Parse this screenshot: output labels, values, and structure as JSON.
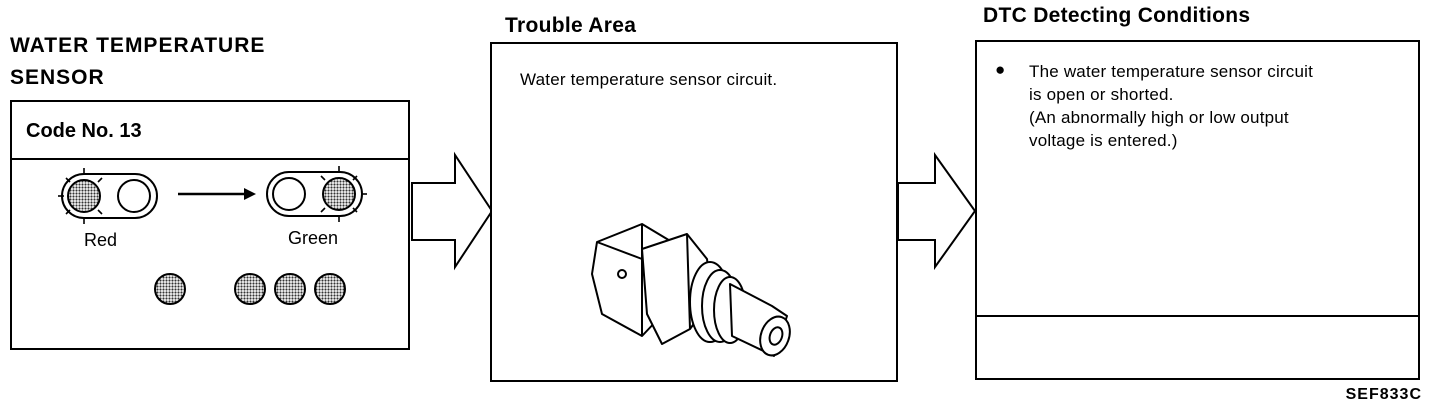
{
  "sensor_title_line1": "WATER TEMPERATURE",
  "sensor_title_line2": "SENSOR",
  "code_label": "Code No. 13",
  "lamp_left_label": "Red",
  "lamp_right_label": "Green",
  "trouble_area_heading": "Trouble Area",
  "trouble_area_text": "Water temperature sensor circuit.",
  "dtc_heading": "DTC Detecting Conditions",
  "dtc_bullet": "●",
  "dtc_line1": "The water temperature sensor circuit",
  "dtc_line2": "is open or shorted.",
  "dtc_line3": "(An abnormally high or low output",
  "dtc_line4": "voltage is entered.)",
  "reference_code": "SEF833C",
  "blink_pattern": {
    "red_flashes": 1,
    "green_flashes": 3
  }
}
